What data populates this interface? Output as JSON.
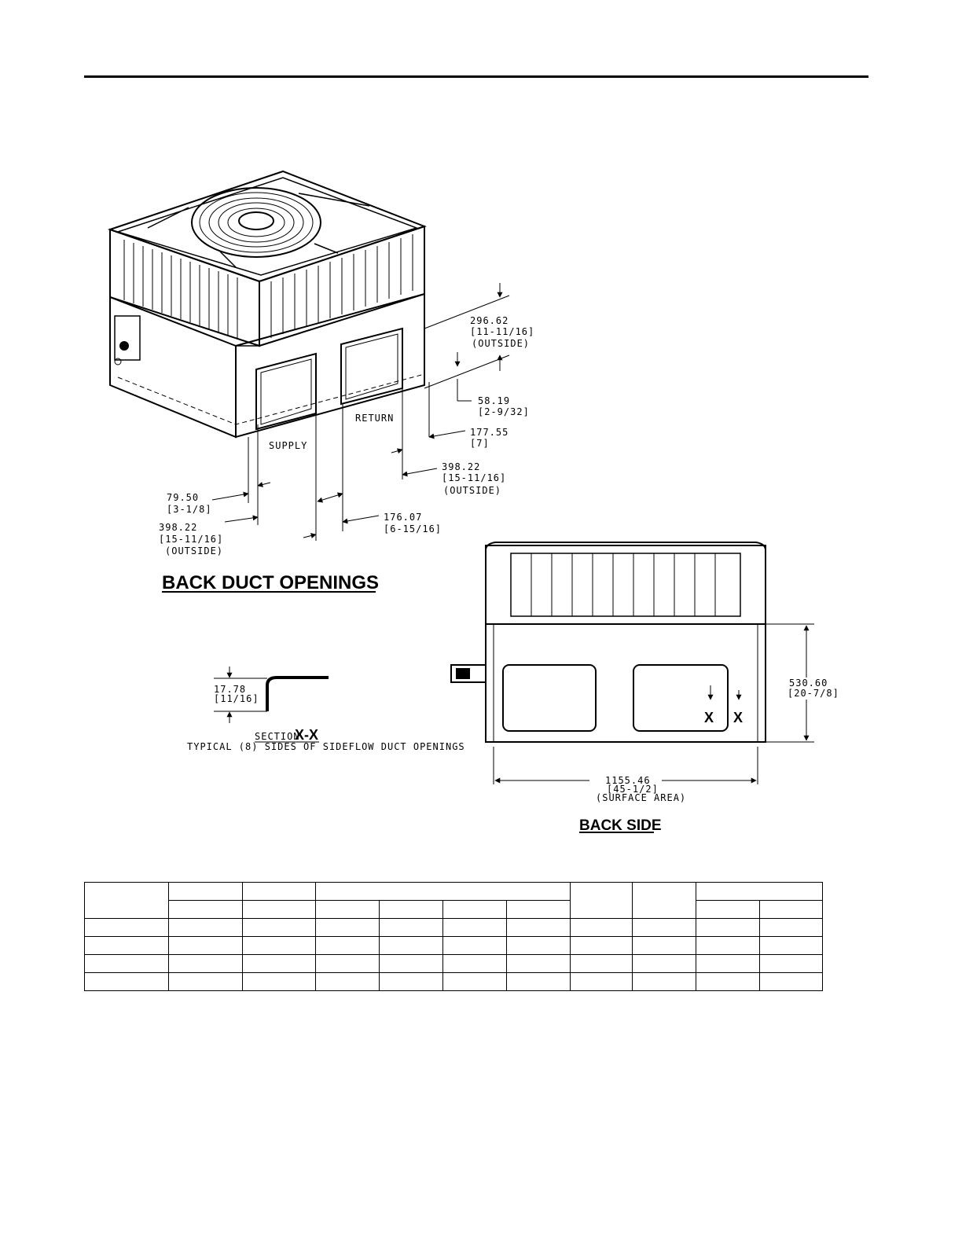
{
  "back_duct": {
    "title": "BACK DUCT OPENINGS",
    "supply_label": "SUPPLY",
    "return_label": "RETURN",
    "dims": {
      "top_height": [
        "296.62",
        "[11-11/16]",
        "(OUTSIDE)"
      ],
      "offset_58": [
        "58.19",
        "[2-9/32]"
      ],
      "offset_177": [
        "177.55",
        "[7]"
      ],
      "right_width": [
        "398.22",
        "[15-11/16]",
        "(OUTSIDE)"
      ],
      "left_79": [
        "79.50",
        "[3-1/8]"
      ],
      "left_width": [
        "398.22",
        "[15-11/16]",
        "(OUTSIDE)"
      ],
      "gap_176": [
        "176.07",
        "[6-15/16]"
      ]
    }
  },
  "section": {
    "dim": [
      "17.78",
      "[11/16]"
    ],
    "label_small": "SECTION",
    "label_big": "X-X",
    "caption": "TYPICAL (8) SIDES OF SIDEFLOW DUCT OPENINGS"
  },
  "back_side": {
    "title": "BACK SIDE",
    "height_dim": [
      "530.60",
      "[20-7/8]"
    ],
    "width_dim": [
      "1155.46",
      "[45-1/2]",
      "(SURFACE AREA)"
    ],
    "section_marks": [
      "X",
      "X"
    ]
  }
}
